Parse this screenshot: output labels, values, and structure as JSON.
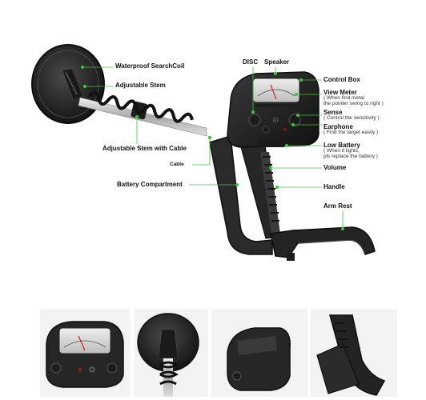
{
  "labels": {
    "waterproof_coil": "Waterproof SearchCoil",
    "adjustable_stem": "Adjustable Stem",
    "adjustable_stem_cable": "Adjustable Stem with Cable",
    "cable": "Cable",
    "battery_compartment": "Battery Compartment",
    "disc": "DISC",
    "speaker": "Speaker",
    "control_box": "Control Box",
    "view_meter": "View Meter",
    "view_meter_note1": "( When find metal",
    "view_meter_note2": "the pointer swing to right )",
    "sense": "Sense",
    "sense_note": "( Control the sensitivity )",
    "earphone": "Earphone",
    "earphone_note": "( Find the target easily )",
    "low_battery": "Low Battery",
    "low_battery_note1": "( When it lights,",
    "low_battery_note2": "pls replace the battery  )",
    "volume": "Volume",
    "handle": "Handle",
    "arm_rest": "Arm Rest"
  },
  "colors": {
    "leader_line": "#3cc43c",
    "body": "#2b2b2b",
    "body_dark": "#161616"
  },
  "icons": [
    "coil-icon",
    "control-box-icon",
    "arm-rest-icon"
  ]
}
